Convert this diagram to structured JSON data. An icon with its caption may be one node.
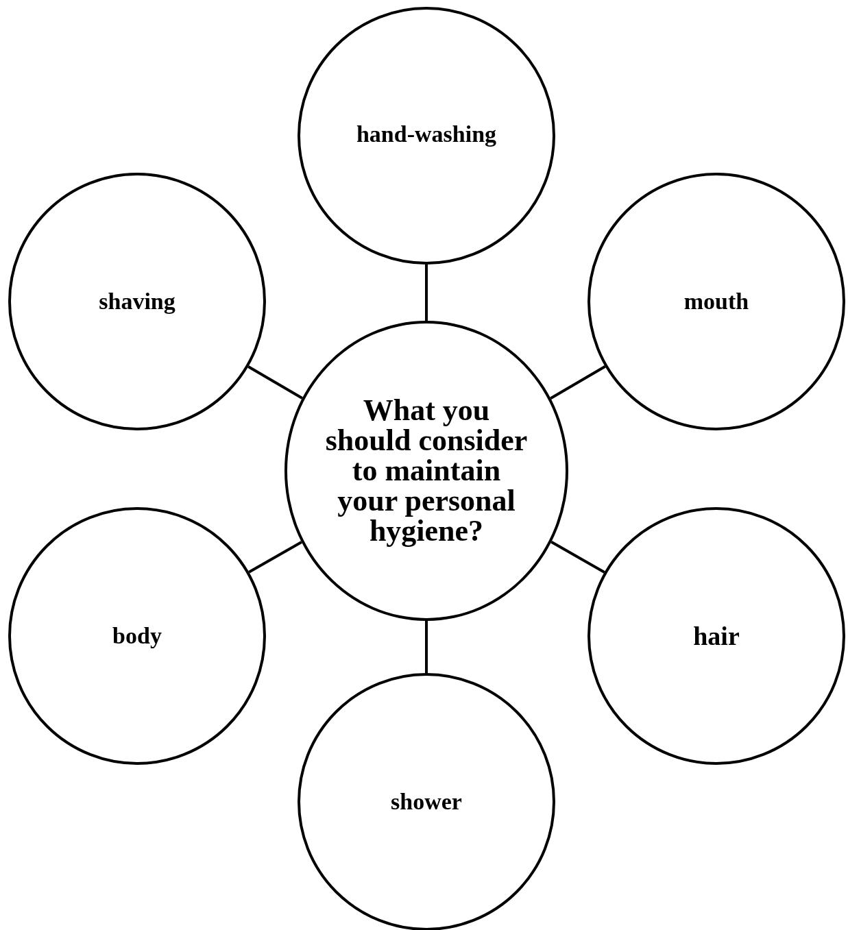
{
  "diagram": {
    "nodes": [
      {
        "text": [
          "hand-washing"
        ]
      },
      {
        "text": [
          "shaving"
        ]
      },
      {
        "text": [
          "mouth"
        ]
      },
      {
        "text": [
          "What you should consider to maintain your personal hygiene?"
        ]
      },
      {
        "text": [
          "body"
        ]
      },
      {
        "text": [
          "hair"
        ]
      },
      {
        "text": [
          "shower"
        ]
      }
    ],
    "edges": [
      {
        "from": 3,
        "to": 0,
        "arrow": "none"
      },
      {
        "from": 3,
        "to": 1,
        "arrow": "none"
      },
      {
        "from": 3,
        "to": 2,
        "arrow": "none"
      },
      {
        "from": 3,
        "to": 4,
        "arrow": "none"
      },
      {
        "from": 3,
        "to": 5,
        "arrow": "none"
      },
      {
        "from": 3,
        "to": 6,
        "arrow": "none"
      }
    ]
  }
}
